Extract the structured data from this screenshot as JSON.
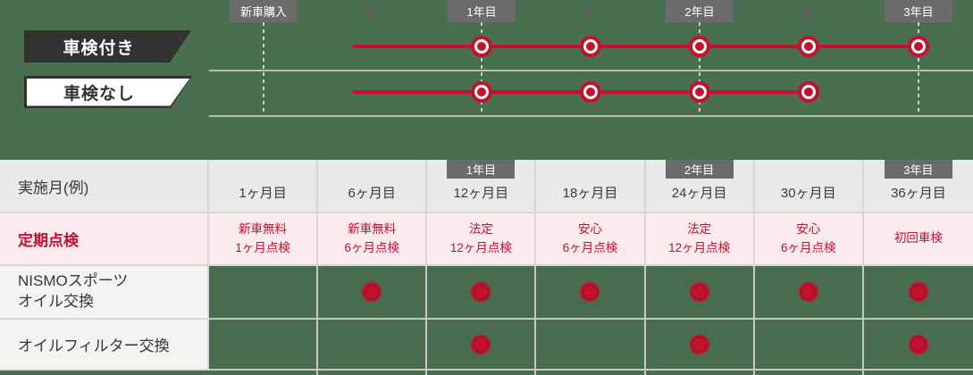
{
  "colors": {
    "background_green": "#4a6f4f",
    "cell_green": "#486c4d",
    "accent_red": "#c6102e",
    "badge_gray": "#6b6b6b",
    "flag_dark": "#323232",
    "pink_row": "#fcebee",
    "header_gray": "#e9e9e7"
  },
  "timeline": {
    "purchase_badge": "新車購入",
    "year_badges": [
      "1年目",
      "2年目",
      "3年目"
    ],
    "arrow_icon": "right-triangle",
    "rows": [
      {
        "label": "車検付き",
        "variant": "dark",
        "marker_months": [
          12,
          18,
          24,
          30,
          36
        ]
      },
      {
        "label": "車検なし",
        "variant": "light",
        "marker_months": [
          12,
          18,
          24,
          30
        ]
      }
    ]
  },
  "table": {
    "row_headers": {
      "months_label": "実施月(例)",
      "inspection_label": "定期点検",
      "nismo_oil_line1": "NISMOスポーツ",
      "nismo_oil_line2": "オイル交換",
      "oil_filter_label": "オイルフィルター交換"
    },
    "columns": [
      {
        "year_badge": "",
        "month": "1ヶ月目"
      },
      {
        "year_badge": "",
        "month": "6ヶ月目"
      },
      {
        "year_badge": "1年目",
        "month": "12ヶ月目"
      },
      {
        "year_badge": "",
        "month": "18ヶ月目"
      },
      {
        "year_badge": "2年目",
        "month": "24ヶ月目"
      },
      {
        "year_badge": "",
        "month": "30ヶ月目"
      },
      {
        "year_badge": "3年目",
        "month": "36ヶ月目"
      }
    ],
    "inspection_cells": [
      {
        "line1": "新車無料",
        "line2": "1ヶ月点検"
      },
      {
        "line1": "新車無料",
        "line2": "6ヶ月点検"
      },
      {
        "line1": "法定",
        "line2": "12ヶ月点検"
      },
      {
        "line1": "安心",
        "line2": "6ヶ月点検"
      },
      {
        "line1": "法定",
        "line2": "12ヶ月点検"
      },
      {
        "line1": "安心",
        "line2": "6ヶ月点検"
      },
      {
        "line1": "初回車検",
        "line2": ""
      }
    ],
    "nismo_oil_dots": [
      false,
      true,
      true,
      true,
      true,
      true,
      true
    ],
    "oil_filter_dots": [
      false,
      false,
      true,
      false,
      true,
      false,
      true
    ]
  }
}
